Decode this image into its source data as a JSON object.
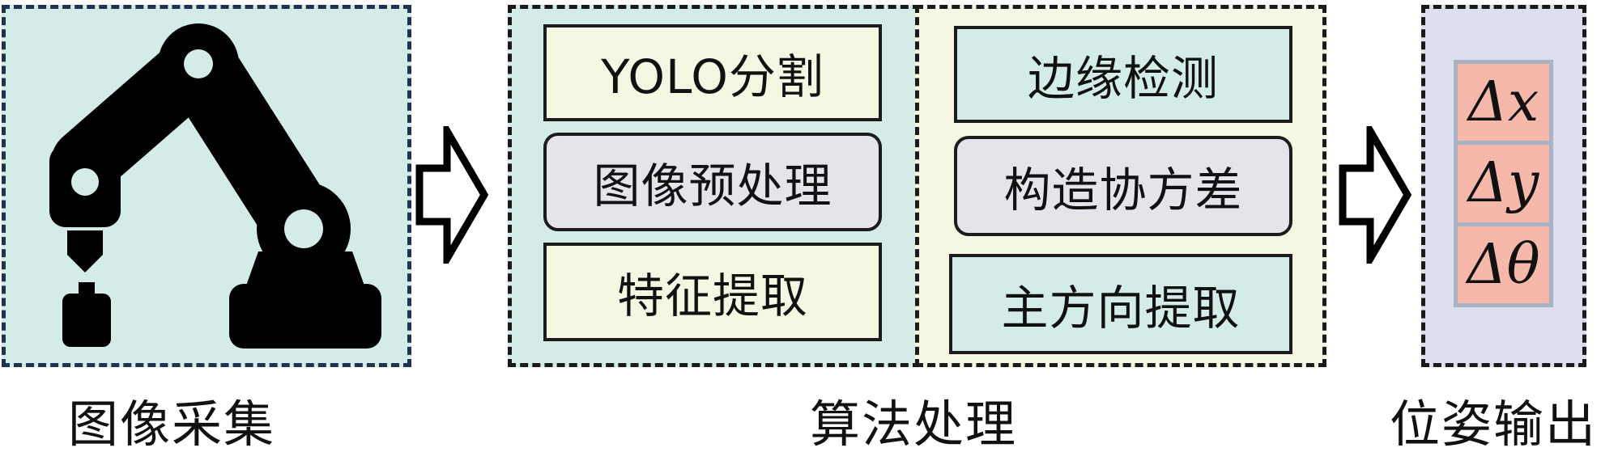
{
  "stages": {
    "acquisition": {
      "label": "图像采集"
    },
    "processing": {
      "label": "算法处理"
    },
    "output": {
      "label": "位姿输出"
    }
  },
  "left_column": [
    {
      "text": "YOLO分割",
      "style": "square"
    },
    {
      "text": "图像预处理",
      "style": "round"
    },
    {
      "text": "特征提取",
      "style": "square"
    }
  ],
  "right_column": [
    {
      "text": "边缘检测",
      "style": "square"
    },
    {
      "text": "构造协方差",
      "style": "round"
    },
    {
      "text": "主方向提取",
      "style": "square"
    }
  ],
  "outputs": {
    "dx": "Δx",
    "dy": "Δy",
    "dtheta": "Δθ"
  },
  "icons": {
    "acquisition": "robot-arm-icon",
    "flow": "hollow-right-arrow-icon"
  },
  "colors": {
    "panel_teal": "#d4ece8",
    "panel_cream": "#f5f7e2",
    "panel_lavender": "#dcdfee",
    "box_gray": "#e4e4ea",
    "output_cell": "#f5b8aa"
  }
}
